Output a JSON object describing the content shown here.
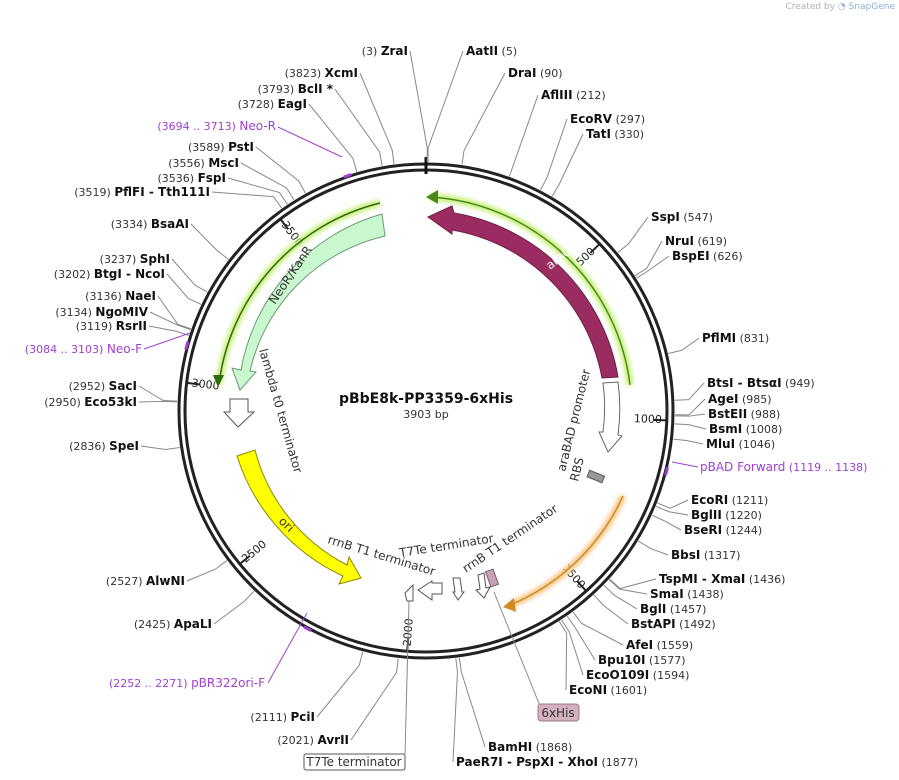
{
  "credit": {
    "prefix": "Created by",
    "brand": "SnapGene"
  },
  "map": {
    "name": "pBbE8k-PP3359-6xHis",
    "length_label": "3903 bp",
    "total_bp": 3903,
    "ticks": [
      {
        "bp": 500,
        "label": "500"
      },
      {
        "bp": 1000,
        "label": "1000"
      },
      {
        "bp": 1500,
        "label": "1500"
      },
      {
        "bp": 2000,
        "label": "2000"
      },
      {
        "bp": 2500,
        "label": "2500"
      },
      {
        "bp": 3000,
        "label": "3000"
      },
      {
        "bp": 3500,
        "label": "3500"
      }
    ]
  },
  "enzymes_left": [
    {
      "name": "ZraI",
      "pos": "(3)",
      "bp": 3
    },
    {
      "name": "XcmI",
      "pos": "(3823)",
      "bp": 3823
    },
    {
      "name": "BclI *",
      "pos": "(3793)",
      "bp": 3793
    },
    {
      "name": "EagI",
      "pos": "(3728)",
      "bp": 3728
    },
    {
      "name": "PstI",
      "pos": "(3589)",
      "bp": 3589
    },
    {
      "name": "MscI",
      "pos": "(3556)",
      "bp": 3556
    },
    {
      "name": "FspI",
      "pos": "(3536)",
      "bp": 3536
    },
    {
      "name": "PflFI  -  Tth111I",
      "pos": "(3519)",
      "bp": 3519
    },
    {
      "name": "BsaAI",
      "pos": "(3334)",
      "bp": 3334
    },
    {
      "name": "SphI",
      "pos": "(3237)",
      "bp": 3237
    },
    {
      "name": "BtgI  -  NcoI",
      "pos": "(3202)",
      "bp": 3202
    },
    {
      "name": "NaeI",
      "pos": "(3136)",
      "bp": 3136
    },
    {
      "name": "NgoMIV",
      "pos": "(3134)",
      "bp": 3134
    },
    {
      "name": "RsrII",
      "pos": "(3119)",
      "bp": 3119
    },
    {
      "name": "SacI",
      "pos": "(2952)",
      "bp": 2952
    },
    {
      "name": "Eco53kI",
      "pos": "(2950)",
      "bp": 2950
    },
    {
      "name": "SpeI",
      "pos": "(2836)",
      "bp": 2836
    },
    {
      "name": "AlwNI",
      "pos": "(2527)",
      "bp": 2527
    },
    {
      "name": "ApaLI",
      "pos": "(2425)",
      "bp": 2425
    },
    {
      "name": "PciI",
      "pos": "(2111)",
      "bp": 2111
    },
    {
      "name": "AvrII",
      "pos": "(2021)",
      "bp": 2021
    }
  ],
  "enzymes_right": [
    {
      "name": "AatII",
      "pos": "(5)",
      "bp": 5
    },
    {
      "name": "DraI",
      "pos": "(90)",
      "bp": 90
    },
    {
      "name": "AflIII",
      "pos": "(212)",
      "bp": 212
    },
    {
      "name": "EcoRV",
      "pos": "(297)",
      "bp": 297
    },
    {
      "name": "TatI",
      "pos": "(330)",
      "bp": 330
    },
    {
      "name": "SspI",
      "pos": "(547)",
      "bp": 547
    },
    {
      "name": "NruI",
      "pos": "(619)",
      "bp": 619
    },
    {
      "name": "BspEI",
      "pos": "(626)",
      "bp": 626
    },
    {
      "name": "PflMI",
      "pos": "(831)",
      "bp": 831
    },
    {
      "name": "BtsI  -  BtsαI",
      "pos": "(949)",
      "bp": 949
    },
    {
      "name": "AgeI",
      "pos": "(985)",
      "bp": 985
    },
    {
      "name": "BstEII",
      "pos": "(988)",
      "bp": 988
    },
    {
      "name": "BsmI",
      "pos": "(1008)",
      "bp": 1008
    },
    {
      "name": "MluI",
      "pos": "(1046)",
      "bp": 1046
    },
    {
      "name": "EcoRI",
      "pos": "(1211)",
      "bp": 1211
    },
    {
      "name": "BglII",
      "pos": "(1220)",
      "bp": 1220
    },
    {
      "name": "BseRI",
      "pos": "(1244)",
      "bp": 1244
    },
    {
      "name": "BbsI",
      "pos": "(1317)",
      "bp": 1317
    },
    {
      "name": "TspMI  -  XmaI",
      "pos": "(1436)",
      "bp": 1436
    },
    {
      "name": "SmaI",
      "pos": "(1438)",
      "bp": 1438
    },
    {
      "name": "BglI",
      "pos": "(1457)",
      "bp": 1457
    },
    {
      "name": "BstAPI",
      "pos": "(1492)",
      "bp": 1492
    },
    {
      "name": "AfeI",
      "pos": "(1559)",
      "bp": 1559
    },
    {
      "name": "Bpu10I",
      "pos": "(1577)",
      "bp": 1577
    },
    {
      "name": "EcoO109I",
      "pos": "(1594)",
      "bp": 1594
    },
    {
      "name": "EcoNI",
      "pos": "(1601)",
      "bp": 1601
    },
    {
      "name": "BamHI",
      "pos": "(1868)",
      "bp": 1868
    },
    {
      "name": "PaeR7I  -  PspXI  -  XhoI",
      "pos": "(1877)",
      "bp": 1877
    }
  ],
  "primers": [
    {
      "name": "Neo-R",
      "range": "(3694 .. 3713)",
      "bp": 3703
    },
    {
      "name": "Neo-F",
      "range": "(3084 .. 3103)",
      "bp": 3093
    },
    {
      "name": "pBAD Forward",
      "range": "(1119 .. 1138)",
      "bp": 1128
    },
    {
      "name": "pBR322ori-F",
      "range": "(2252 .. 2271)",
      "bp": 2261
    }
  ],
  "features": [
    {
      "name": "araC",
      "color": "#9b2c62",
      "text_color": "#ffffff"
    },
    {
      "name": "NeoR/KanR",
      "color": "#c9f7cf",
      "text_color": "#333333"
    },
    {
      "name": "ori",
      "color": "#ffff00",
      "text_color": "#333333"
    },
    {
      "name": "lambda t0 terminator",
      "color": "#ffffff",
      "text_color": "#333333"
    },
    {
      "name": "araBAD promoter",
      "color": "#ffffff",
      "text_color": "#333333"
    },
    {
      "name": "RBS",
      "color": "#999999",
      "text_color": "#333333"
    },
    {
      "name": "rrnB T1 terminator",
      "color": "#ffffff",
      "text_color": "#333333"
    },
    {
      "name": "T7Te terminator",
      "color": "#ffffff",
      "text_color": "#333333"
    },
    {
      "name": "rrnB T1 terminator",
      "color": "#ffffff",
      "text_color": "#333333"
    },
    {
      "name": "6xHis",
      "color": "#c8a2b6",
      "text_color": "#333333"
    },
    {
      "name": "T7Te terminator",
      "color": "#ffffff",
      "text_color": "#333333"
    }
  ],
  "colors": {
    "enzyme_text": "#111111",
    "position_text": "#333333",
    "primer": "#a040d0",
    "backbone": "#222222",
    "guide_line": "#888888"
  }
}
